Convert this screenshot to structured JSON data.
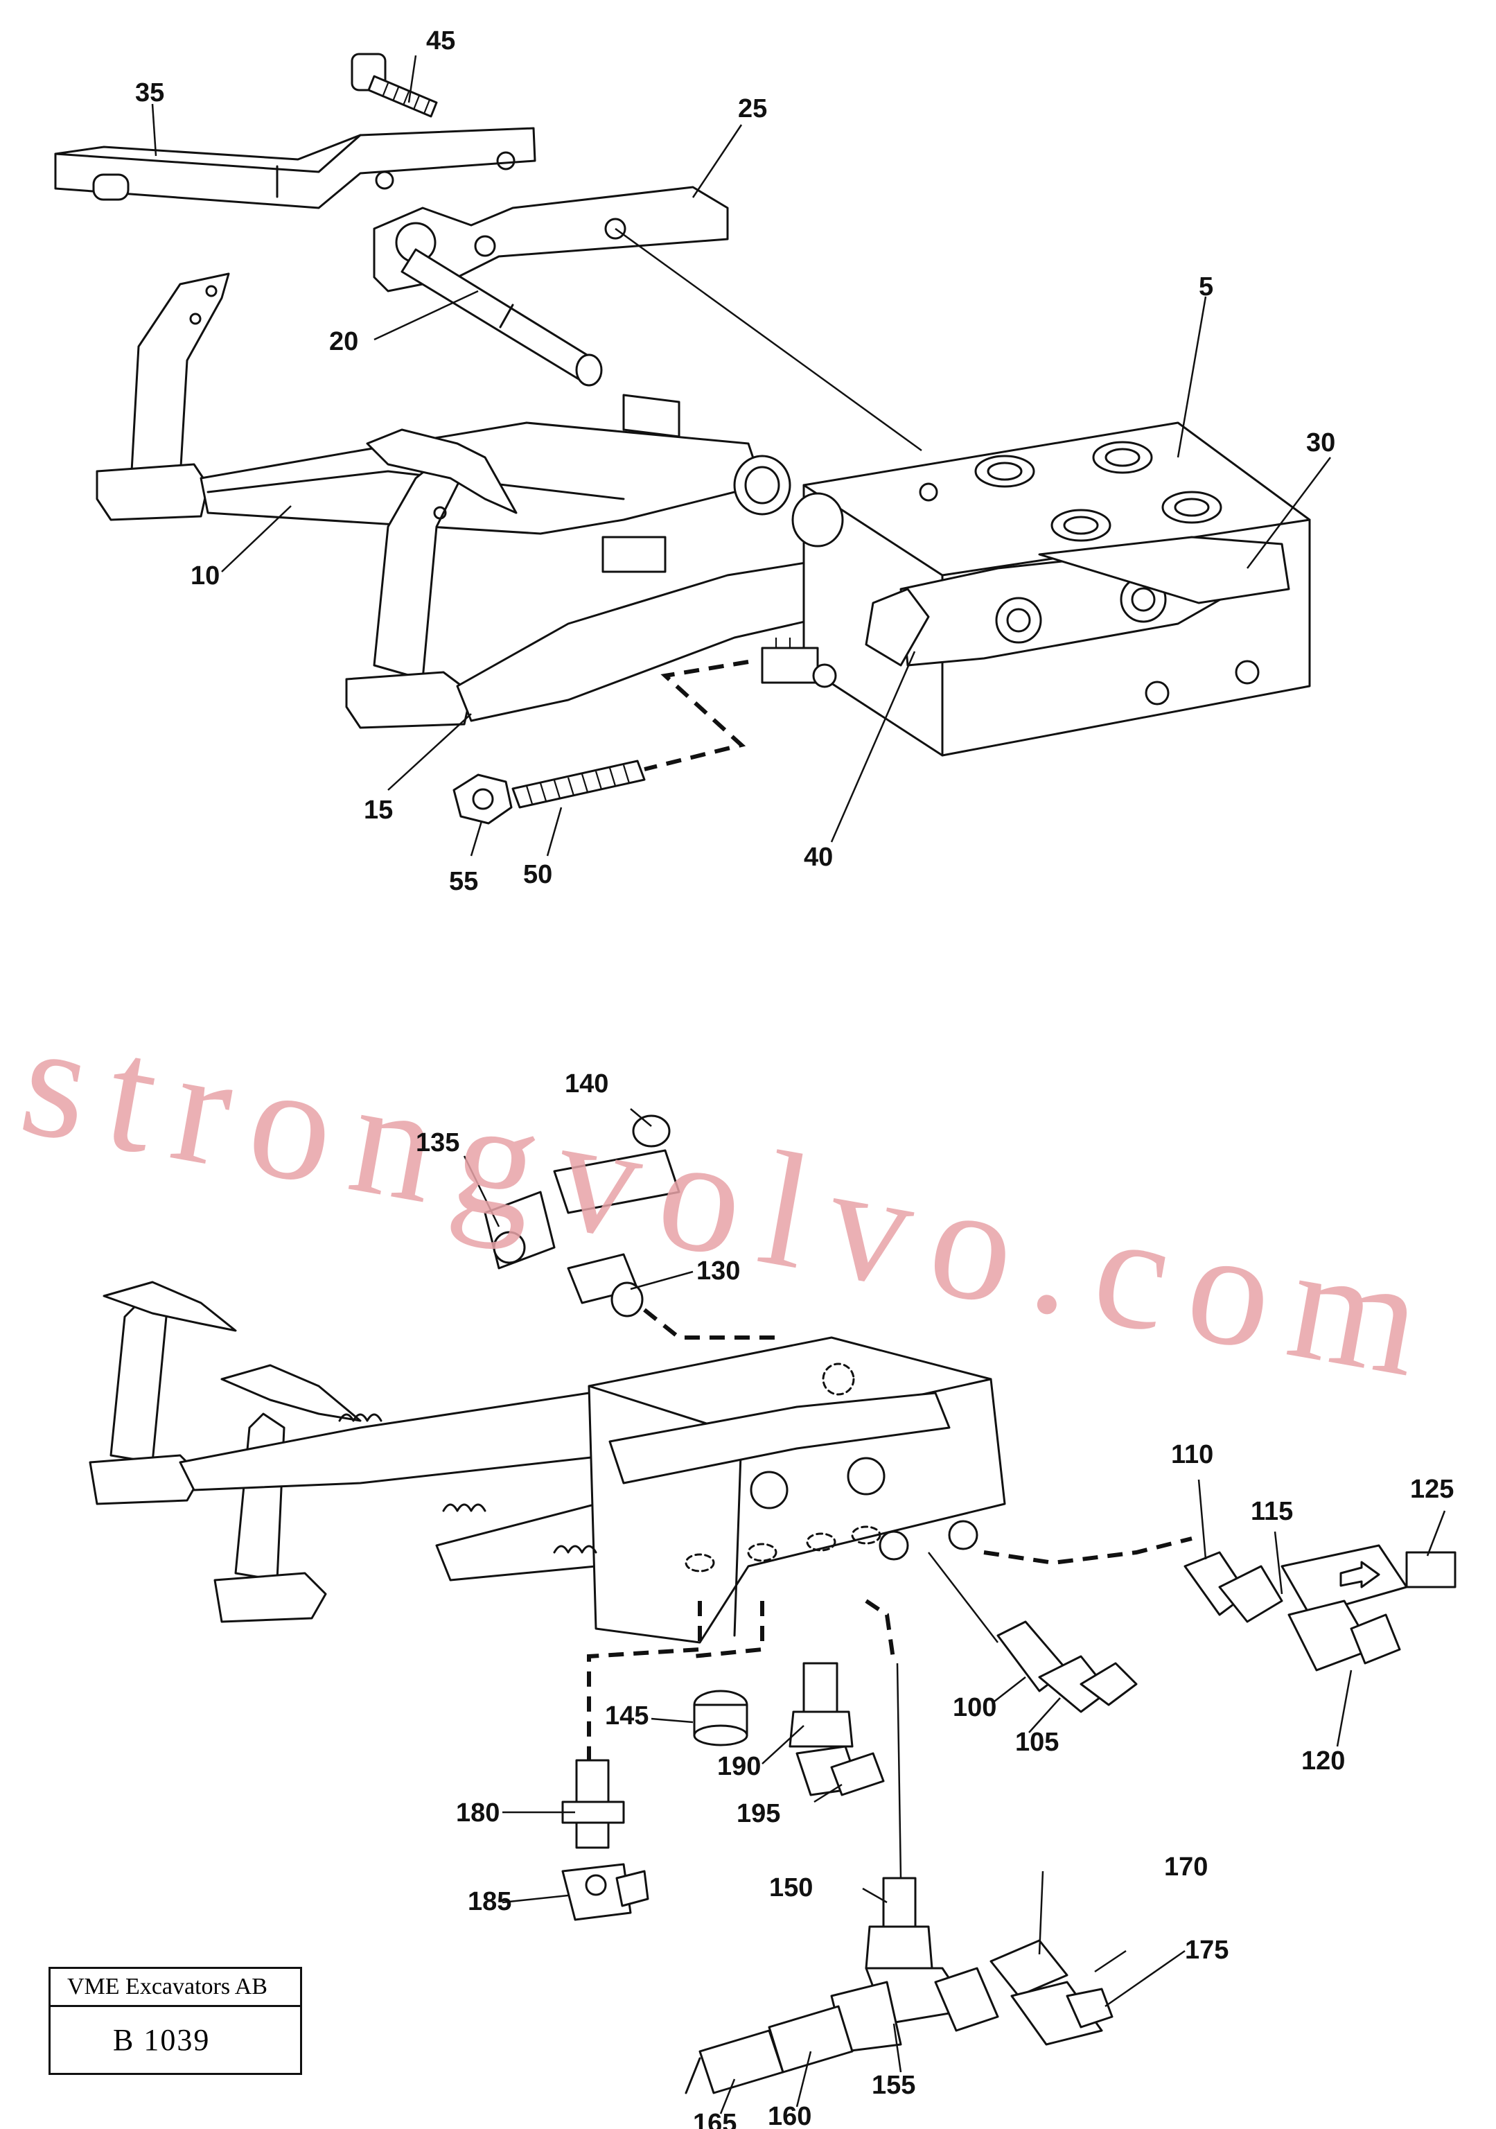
{
  "watermark": "strongvolvo.com",
  "title_block": {
    "company": "VME Excavators AB",
    "drawing_number": "B 1039"
  },
  "labels": {
    "l5": "5",
    "l10": "10",
    "l15": "15",
    "l20": "20",
    "l25": "25",
    "l30": "30",
    "l35": "35",
    "l40": "40",
    "l45": "45",
    "l50": "50",
    "l55": "55",
    "l100": "100",
    "l105": "105",
    "l110": "110",
    "l115": "115",
    "l120": "120",
    "l125": "125",
    "l130": "130",
    "l135": "135",
    "l140": "140",
    "l145": "145",
    "l150": "150",
    "l155": "155",
    "l160": "160",
    "l165": "165",
    "l170": "170",
    "l175": "175",
    "l180": "180",
    "l185": "185",
    "l190": "190",
    "l195": "195"
  },
  "icons": [
    "pedal-icon",
    "valve-block-icon",
    "fitting-icon",
    "flow-arrow-icon"
  ]
}
